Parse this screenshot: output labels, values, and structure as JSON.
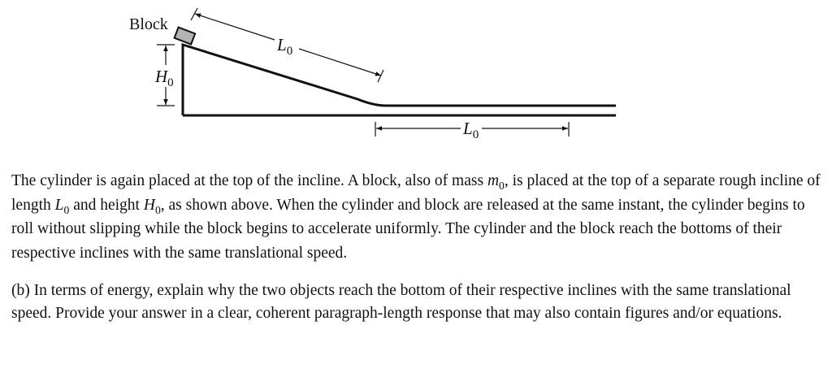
{
  "diagram": {
    "block_label": "Block",
    "height_label": {
      "symbol": "H",
      "subscript": "0"
    },
    "incline_length_label": {
      "symbol": "L",
      "subscript": "0"
    },
    "flat_length_label": {
      "symbol": "L",
      "subscript": "0"
    },
    "colors": {
      "block_fill": "#b3b3b3",
      "line": "#111111"
    }
  },
  "paragraph1": {
    "s1": "The cylinder is again placed at the top of the incline.  A block, also of mass ",
    "m_symbol": "m",
    "m_sub": "0",
    "s2": ", is placed at the top of a separate rough incline of length ",
    "L_symbol": "L",
    "L_sub": "0",
    "s3": " and height ",
    "H_symbol": "H",
    "H_sub": "0",
    "s4": ", as shown above.  When the cylinder and block are released at the same instant, the cylinder begins to roll without slipping while the block begins to accelerate uniformly. The cylinder and the block reach the bottoms of their respective inclines with the same translational speed."
  },
  "paragraph2": {
    "text": "(b) In terms of energy, explain why the two objects reach the bottom of their respective inclines with the same translational speed.  Provide your answer in a clear, coherent paragraph-length response that may also contain figures and/or equations."
  }
}
